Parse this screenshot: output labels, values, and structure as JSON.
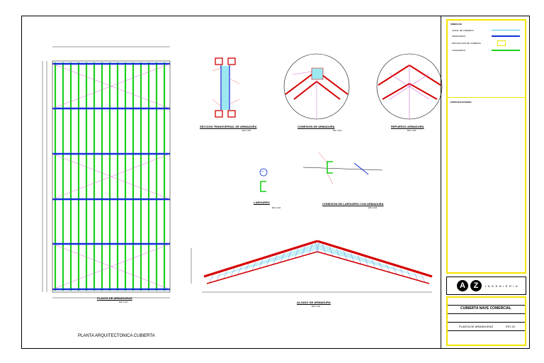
{
  "sheet_title": "PLANTA ARQUITECTONICA CUBIERTA",
  "views": {
    "plan": {
      "caption": "PLANTA DE ARMADURAS",
      "scale": "ESC 1:100"
    },
    "section": {
      "caption": "SECCION TRANSVERSAL DE ARMADURA",
      "scale": "ESC 1:100"
    },
    "connection": {
      "caption": "CONEXION DE ARMADURA",
      "scale": "ESC 1:100"
    },
    "reinforcement": {
      "caption": "REFUERZO ARMADURA",
      "scale": "ESC 1:100"
    },
    "purlin": {
      "caption": "LARGUERO",
      "scale": "ESC 1:100",
      "marker": "L1"
    },
    "purlin_connection": {
      "caption": "CONEXION DE LARGUERO CON ARMADURA",
      "scale": "ESC 1:100"
    },
    "elevation": {
      "caption": "ALZADO DE ARMADURA",
      "scale": "ESC 1:100"
    }
  },
  "legend": {
    "title": "SIMBOLOS",
    "items": [
      {
        "label": "CANAL DE CUBIERTA",
        "color": "#39c6f0"
      },
      {
        "label": "ARMADURAS",
        "color": "#1030d8"
      },
      {
        "label": "PROYECCION DE CUBIERTA",
        "color": "#e8e000"
      },
      {
        "label": "LARGUEROS",
        "color": "#19d019"
      }
    ],
    "notes_title": "ESPECIFICACIONES"
  },
  "title_block": {
    "logo_letters": [
      "A",
      "Z"
    ],
    "firm": "INGENIERIA",
    "project": "CUBIERTA NAVE COMERCIAL",
    "sheet_name": "PLANTA DE ARMADURAS",
    "sheet_number": "EST-01"
  },
  "colors": {
    "purlin": "#19d019",
    "truss": "#1030d8",
    "bracing": "#d46ad4",
    "steel": "#d40000",
    "fill": "#9be8f0",
    "frame": "#f5e400"
  }
}
